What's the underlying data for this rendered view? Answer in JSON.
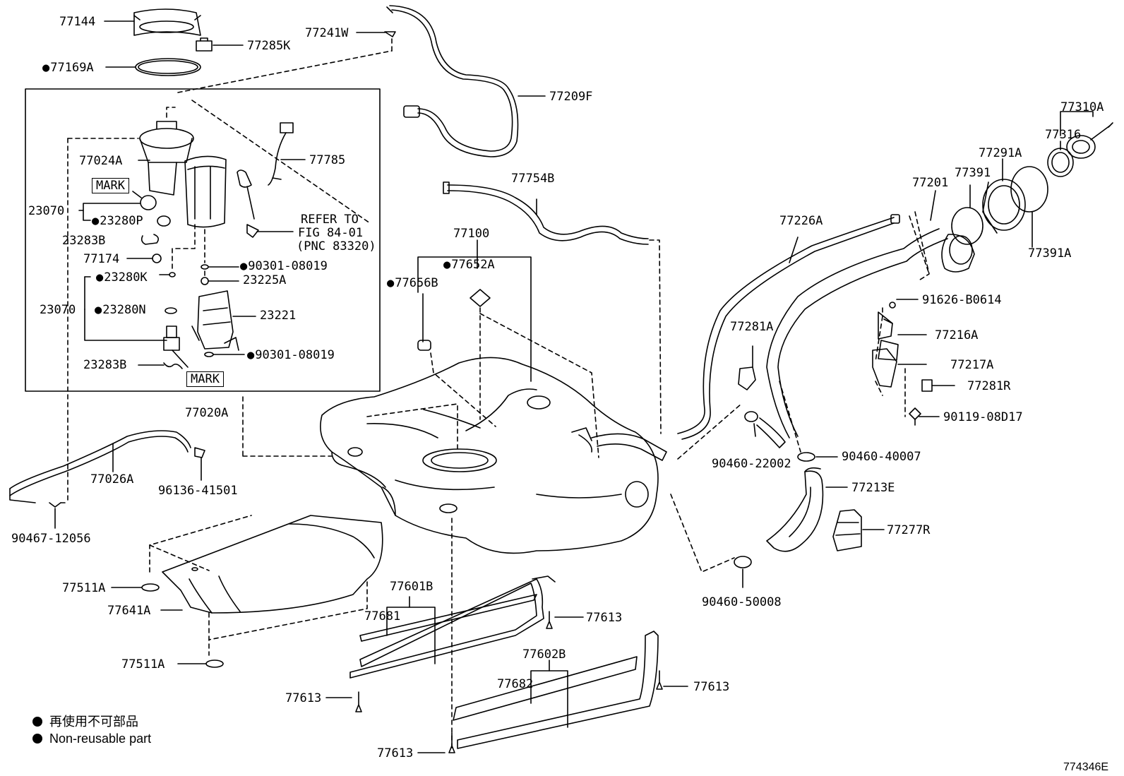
{
  "labels": {
    "p77144": "77144",
    "p77285K": "77285K",
    "p77241W": "77241W",
    "p77169A": "77169A",
    "p77209F": "77209F",
    "p77310A": "77310A",
    "p77316": "77316",
    "p77291A": "77291A",
    "p77391": "77391",
    "p77201": "77201",
    "p77391A": "77391A",
    "p77024A": "77024A",
    "p77785": "77785",
    "mark1": "MARK",
    "p23070a": "23070",
    "p23280P": "23280P",
    "p23283Ba": "23283B",
    "p77174": "77174",
    "p23280K": "23280K",
    "p23070b": "23070",
    "p23280N": "23280N",
    "p23283Bb": "23283B",
    "mark2": "MARK",
    "p90301a": "90301-08019",
    "p23225A": "23225A",
    "p23221": "23221",
    "p90301b": "90301-08019",
    "refer_l1": "REFER TO",
    "refer_l2": "FIG 84-01",
    "refer_l3": "(PNC 83320)",
    "p77754B": "77754B",
    "p77100": "77100",
    "p77652A": "77652A",
    "p77656B": "77656B",
    "p77226A": "77226A",
    "p91626": "91626-B0614",
    "p77216A": "77216A",
    "p77281A": "77281A",
    "p77217A": "77217A",
    "p77281R": "77281R",
    "p90119": "90119-08D17",
    "p90460_22002": "90460-22002",
    "p90460_40007": "90460-40007",
    "p77213E": "77213E",
    "p77277R": "77277R",
    "p90460_50008": "90460-50008",
    "p77020A": "77020A",
    "p77026A": "77026A",
    "p96136": "96136-41501",
    "p90467": "90467-12056",
    "p77511A_a": "77511A",
    "p77641A": "77641A",
    "p77511A_b": "77511A",
    "p77601B": "77601B",
    "p77681": "77681",
    "p77613_a": "77613",
    "p77602B": "77602B",
    "p77682": "77682",
    "p77613_b": "77613",
    "p77613_c": "77613",
    "p77613_d": "77613"
  },
  "legend": {
    "jp": "再使用不可部品",
    "en": "Non-reusable part"
  },
  "figure_ref": "774346E"
}
